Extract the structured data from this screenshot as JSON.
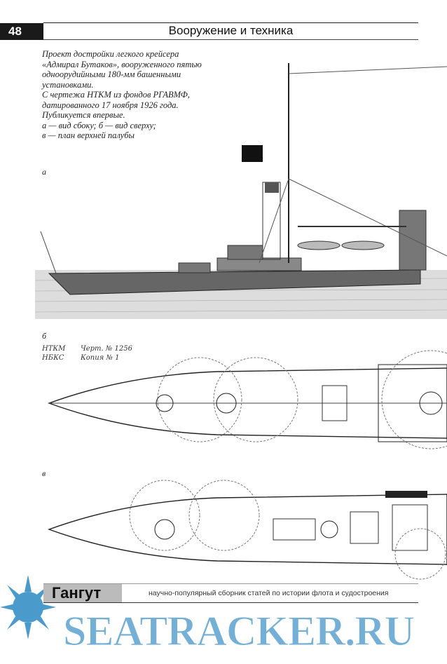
{
  "header": {
    "page_number": "48",
    "section_title": "Вооружение и техника"
  },
  "caption": {
    "lines": [
      "Проект достройки легкого крейсера",
      "«Адмирал Бутаков», вооруженного пятью",
      "одноорудийными 180-мм башенными",
      "установками.",
      "С чертежа НТКМ из фондов РГАВМФ,",
      "датированного 17 ноября 1926 года.",
      "Публикуется впервые.",
      "а — вид сбоку; б — вид сверху;",
      "в — план верхней палубы"
    ]
  },
  "figures": {
    "a_label": "а",
    "b_label": "б",
    "v_label": "в",
    "stamp_left": [
      "НТКМ",
      "НБКС"
    ],
    "stamp_right": [
      "Черт. № 1256",
      "Копия № 1"
    ]
  },
  "footer": {
    "brand": "Гангут",
    "tagline": "научно-популярный сборник статей по истории флота и судостроения",
    "watermark": "SEATRACKER.RU"
  },
  "colors": {
    "watermark": "#4696c8",
    "header_block": "#1a1a1a"
  }
}
